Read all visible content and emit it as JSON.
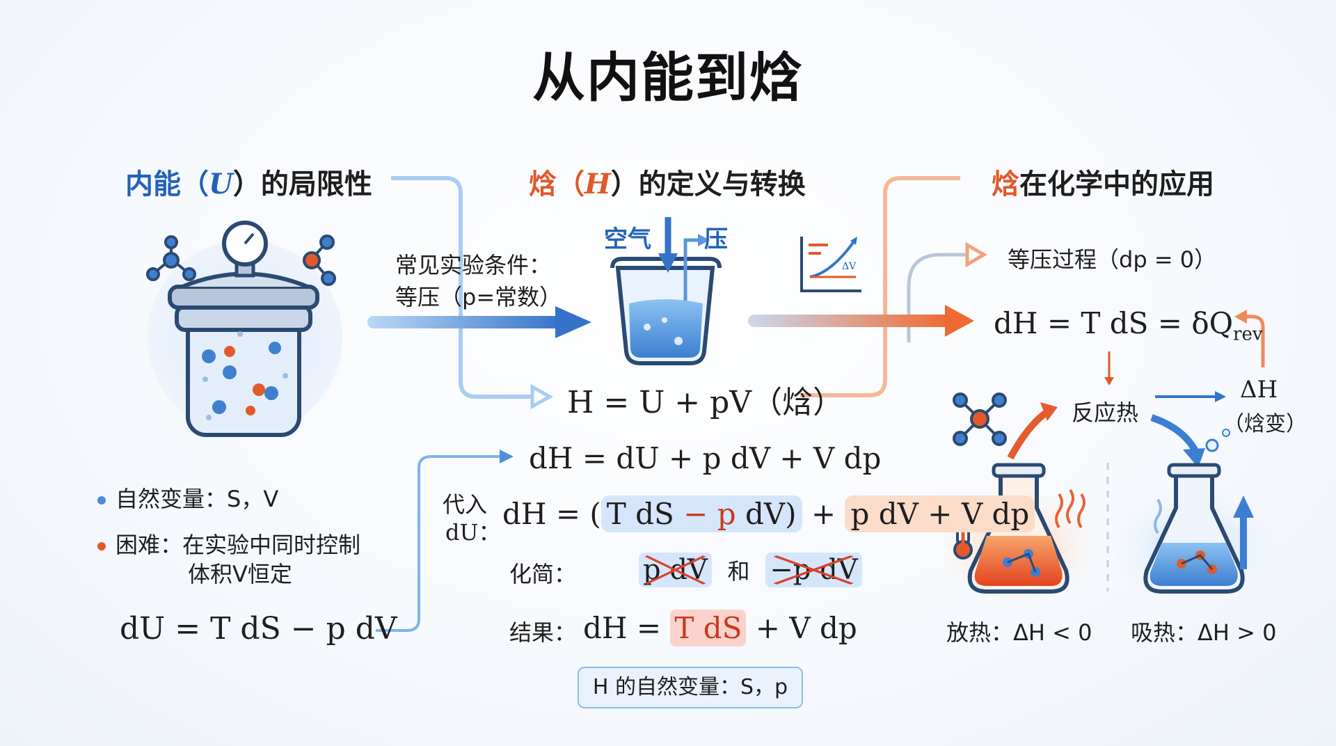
{
  "title": "从内能到焓",
  "sections": {
    "left_head_a": "内能（",
    "left_head_u": "U",
    "left_head_b": "）的局限性",
    "mid_head_a": "焓（",
    "mid_head_h": "H",
    "mid_head_b": "）的定义与转换",
    "right_head_a": "焓",
    "right_head_b": "在化学中的应用"
  },
  "left": {
    "bullet1": "自然变量：S，V",
    "bullet2_a": "困难：在实验中同时控制",
    "bullet2_b": "体积V恒定",
    "formula": "dU = T dS − p dV"
  },
  "middle": {
    "cond_a": "常见实验条件：",
    "cond_b": "等压（p=常数）",
    "air": "空气",
    "press": "压",
    "def": "H = U + pV（焓）",
    "eq1": "dH = dU + p dV + V dp",
    "sub_a": "代入",
    "sub_b": "dU：",
    "eq2_a": "dH = (",
    "eq2_b": "T dS",
    "eq2_c": " − p",
    "eq2_d": " dV)",
    "eq2_e": " + ",
    "eq2_f": "p dV + V dp",
    "simp": "化简：",
    "simp_t1": "p dV",
    "simp_and": "和",
    "simp_t2": "−p dV",
    "res": "结果：",
    "res_a": "dH = ",
    "res_b": "T dS",
    "res_c": " + V dp",
    "natural": "H 的自然变量：S，p"
  },
  "right": {
    "isobaric": "等压过程（dp = 0）",
    "eq_a": "dH = T dS = δQ",
    "eq_sub": "rev",
    "heat": "反应热",
    "dh": "ΔH",
    "dh_note": "（焓变）",
    "exo": "放热：ΔH < 0",
    "endo": "吸热：ΔH > 0",
    "chart_dv": "ΔV"
  },
  "colors": {
    "blue": "#2462b8",
    "orange": "#e0592a",
    "light_blue": "#8dbbe8",
    "light_orange": "#f4a27c"
  }
}
